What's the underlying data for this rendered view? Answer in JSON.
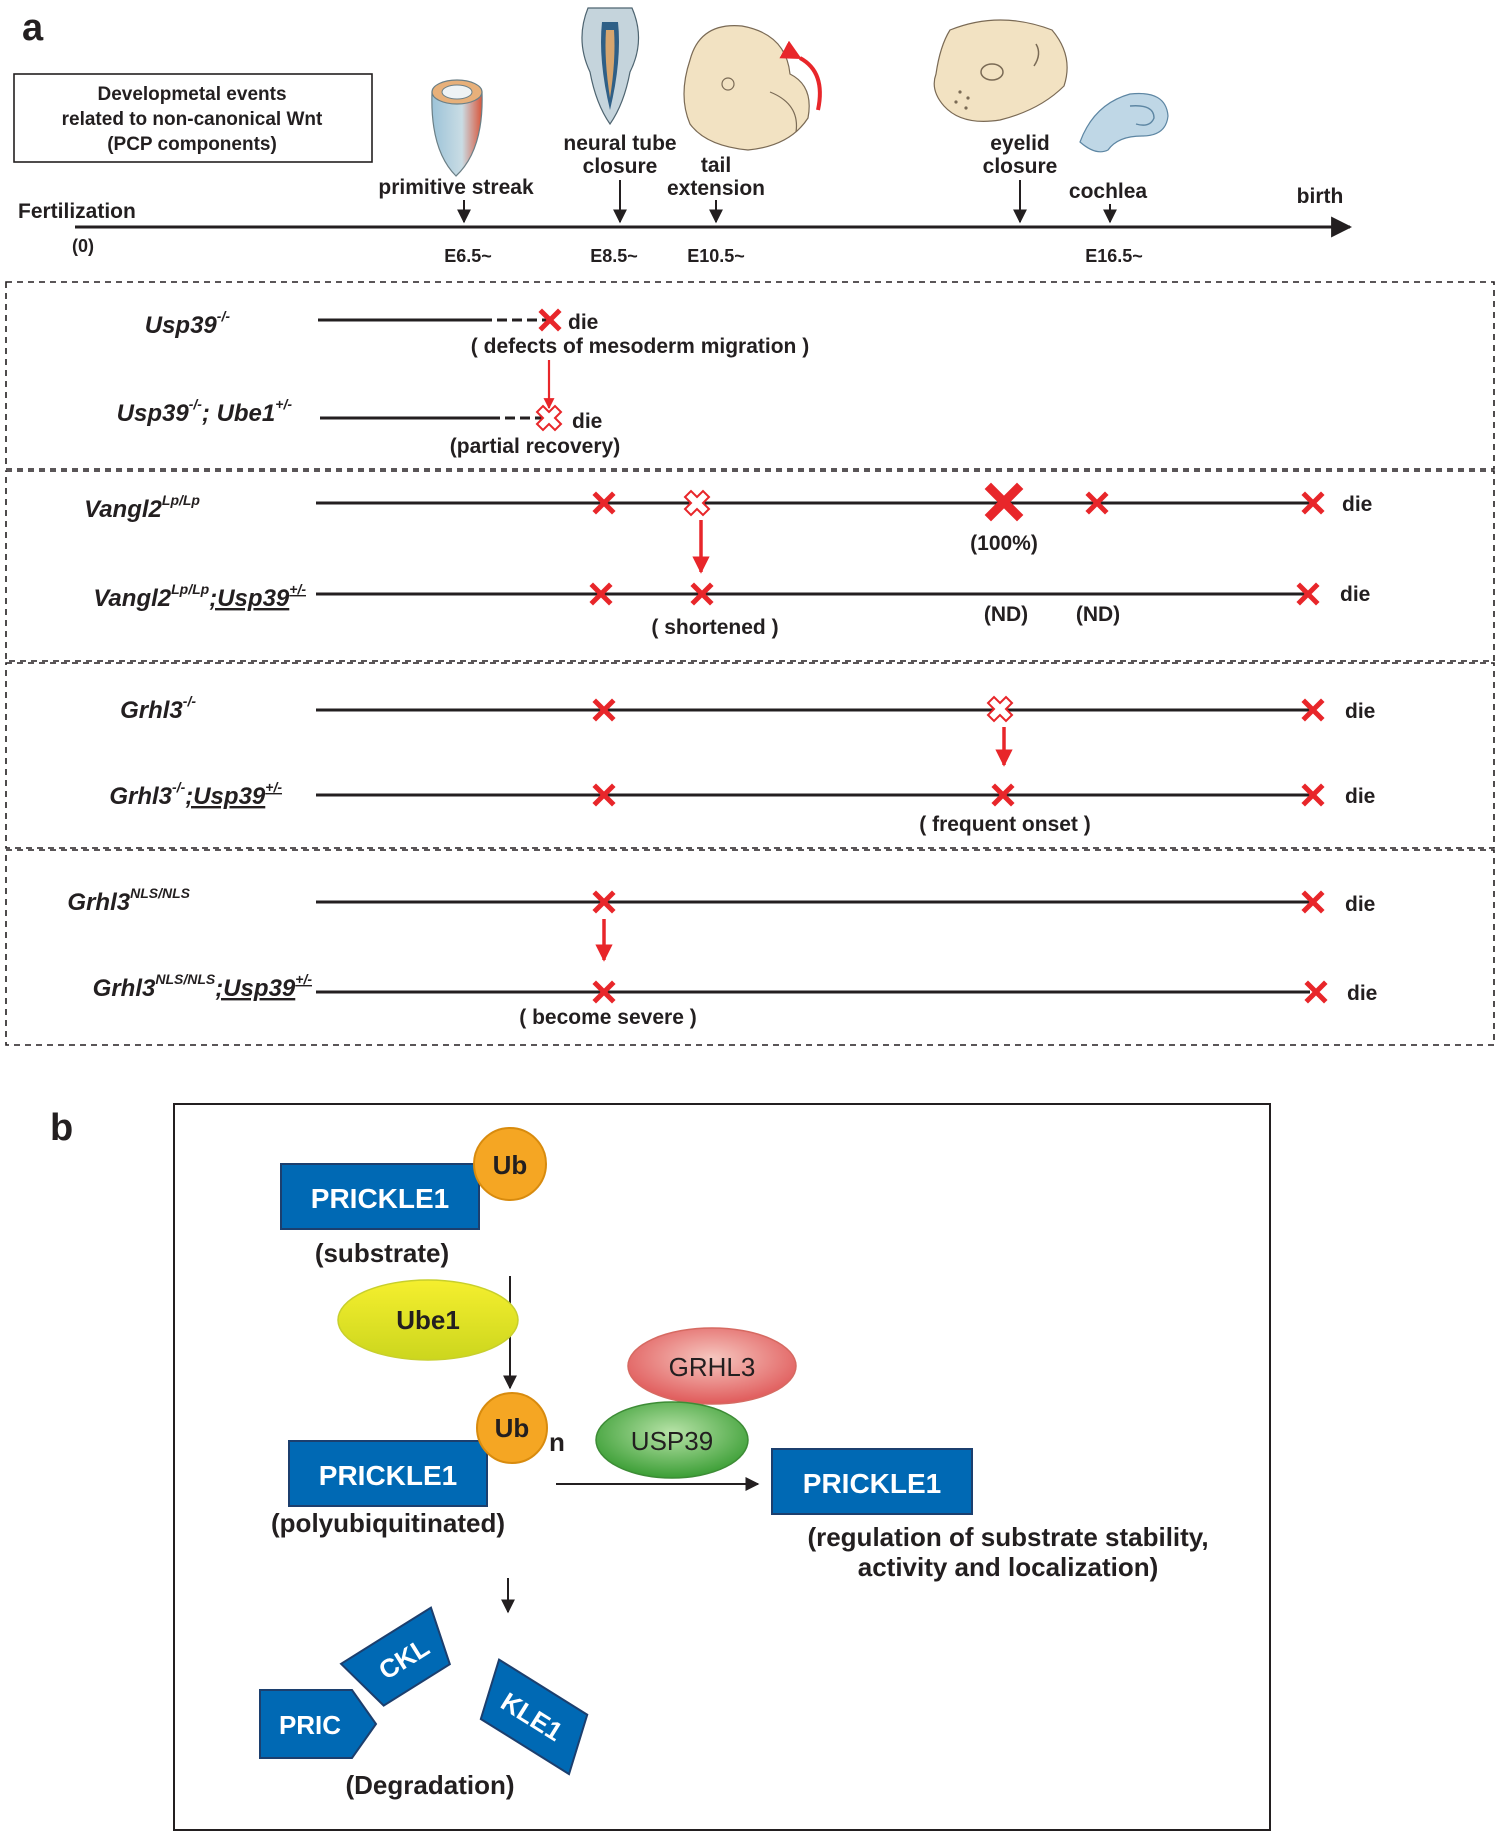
{
  "panel_a": {
    "label": "a",
    "legend_box": [
      "Developmetal events",
      "related to non-canonical Wnt",
      "(PCP components)"
    ],
    "timeline": {
      "start_label": "Fertilization",
      "zero_label": "(0)",
      "end_label": "birth",
      "events": [
        {
          "lines": [
            "primitive streak"
          ],
          "stage": "E6.5~"
        },
        {
          "lines": [
            "neural tube",
            "closure"
          ],
          "stage": "E8.5~"
        },
        {
          "lines": [
            "tail",
            "extension"
          ],
          "stage": "E10.5~"
        },
        {
          "lines": [
            "eyelid",
            "closure"
          ],
          "stage": ""
        },
        {
          "lines": [
            "cochlea"
          ],
          "stage": "E16.5~"
        }
      ]
    },
    "groups": [
      {
        "rows": [
          {
            "name": "Usp39",
            "sup": "-/-",
            "suffix": "die",
            "note": "( defects of mesoderm  migration )"
          },
          {
            "name": "Usp39",
            "sup": "-/-",
            "name2": "; Ube1",
            "sup2": "+/-",
            "suffix": "die",
            "note": "(partial recovery)"
          }
        ]
      },
      {
        "rows": [
          {
            "name": "Vangl2",
            "sup": "Lp/Lp",
            "suffix": "die",
            "note": "(100%)"
          },
          {
            "name": "Vangl2",
            "sup": "Lp/Lp",
            "name2": ";Usp39",
            "sup2": "+/-",
            "suffix": "die",
            "note": "( shortened )",
            "note2": "(ND)",
            "note3": "(ND)"
          }
        ]
      },
      {
        "rows": [
          {
            "name": "Grhl3",
            "sup": "-/-",
            "suffix": "die"
          },
          {
            "name": "Grhl3",
            "sup": "-/-",
            "name2": ";Usp39",
            "sup2": "+/-",
            "suffix": "die",
            "note": "( frequent onset )"
          }
        ]
      },
      {
        "rows": [
          {
            "name": "Grhl3",
            "sup": "NLS/NLS",
            "suffix": "die"
          },
          {
            "name": "Grhl3",
            "sup": "NLS/NLS",
            "name2": ";Usp39",
            "sup2": "+/-",
            "suffix": "die",
            "note": "( become severe )"
          }
        ]
      }
    ]
  },
  "panel_b": {
    "label": "b",
    "substrate": {
      "protein": "PRICKLE1",
      "tag": "Ub",
      "caption": "(substrate)"
    },
    "enzyme": "Ube1",
    "polyub": {
      "protein": "PRICKLE1",
      "tag": "Ub",
      "n": "n",
      "caption": "(polyubiquitinated)"
    },
    "complex": {
      "top": "GRHL3",
      "bottom": "USP39"
    },
    "product": {
      "protein": "PRICKLE1",
      "caption": [
        "(regulation of substrate stability,",
        "activity and localization)"
      ]
    },
    "fragments": [
      "PRIC",
      "CKL",
      "KLE1"
    ],
    "degradation": "(Degradation)"
  },
  "colors": {
    "ink": "#231f20",
    "mark_red": "#e8262a",
    "prickle_blue": "#0069b4",
    "ub_orange": "#f5a623",
    "ube1_yellow": "#e6e82c",
    "grhl3_red": "#e56b6b",
    "usp39_green": "#43a83e"
  }
}
